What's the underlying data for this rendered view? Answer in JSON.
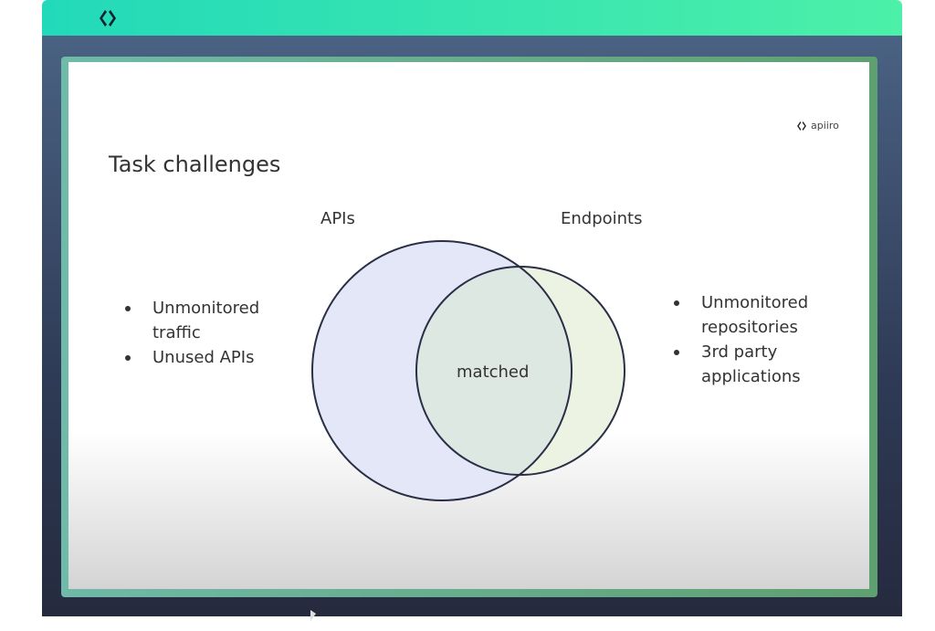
{
  "app": {
    "logo": "apiiro-diamond-logo"
  },
  "slide": {
    "title": "Task challenges",
    "brand": "apiiro",
    "venn": {
      "left_label": "APIs",
      "right_label": "Endpoints",
      "intersection_label": "matched",
      "left_color": "#e3e7f7",
      "right_color": "#ecf3e3",
      "overlap_color": "#dde8e3"
    },
    "left_bullets": [
      "Unmonitored traffic",
      "Unused APIs"
    ],
    "right_bullets": [
      "Unmonitored repositories",
      "3rd party applications"
    ]
  }
}
